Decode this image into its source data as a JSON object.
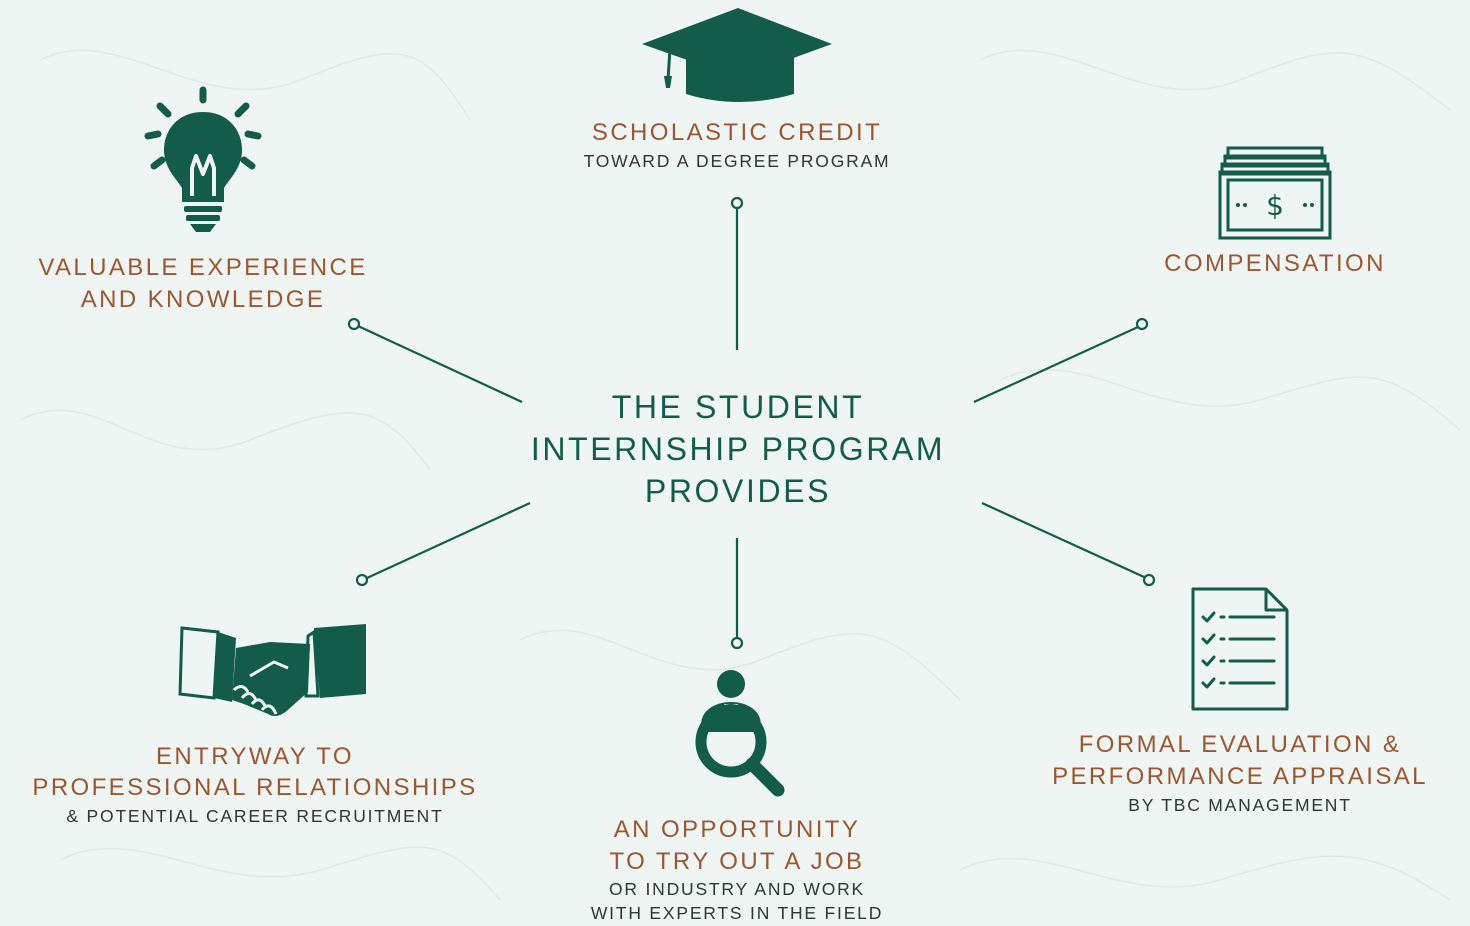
{
  "center": {
    "line1": "THE STUDENT",
    "line2": "INTERNSHIP PROGRAM",
    "line3": "PROVIDES"
  },
  "benefits": {
    "scholastic": {
      "title": "SCHOLASTIC CREDIT",
      "subtitle": "TOWARD A DEGREE PROGRAM",
      "icon": "graduation-cap-icon"
    },
    "experience": {
      "title_line1": "VALUABLE EXPERIENCE",
      "title_line2": "AND KNOWLEDGE",
      "icon": "lightbulb-icon"
    },
    "compensation": {
      "title": "COMPENSATION",
      "icon": "money-stack-icon"
    },
    "entryway": {
      "title_line1": "ENTRYWAY TO",
      "title_line2": "PROFESSIONAL RELATIONSHIPS",
      "subtitle": "& POTENTIAL CAREER RECRUITMENT",
      "icon": "handshake-icon"
    },
    "opportunity": {
      "title_line1": "AN OPPORTUNITY",
      "title_line2": "TO TRY OUT A JOB",
      "subtitle_line1": "OR INDUSTRY AND WORK",
      "subtitle_line2": "WITH EXPERTS IN THE FIELD",
      "icon": "job-search-icon"
    },
    "evaluation": {
      "title_line1": "FORMAL EVALUATION &",
      "title_line2": "PERFORMANCE APPRAISAL",
      "subtitle": "BY TBC MANAGEMENT",
      "icon": "checklist-document-icon"
    }
  },
  "colors": {
    "background": "#eef5f2",
    "primary_green": "#145c4a",
    "accent_brown": "#9a5734",
    "text_dark": "#2c3835"
  }
}
